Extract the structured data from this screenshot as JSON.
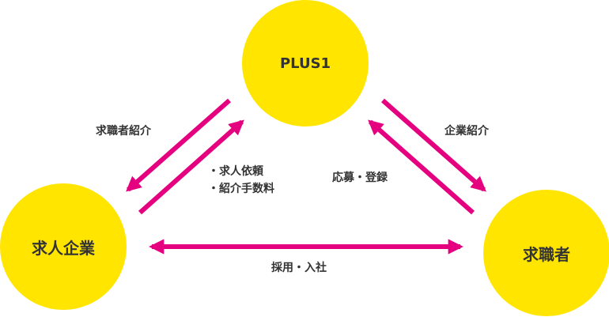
{
  "colors": {
    "node_fill": "#FFE500",
    "arrow": "#E4007F",
    "text": "#333333"
  },
  "nodes": {
    "plus1": "PLUS1",
    "company": "求人企業",
    "seeker": "求職者"
  },
  "labels": {
    "seeker_introduction": "求職者紹介",
    "company_introduction": "企業紹介",
    "application_registration": "応募・登録",
    "hiring_joining": "採用・入社"
  },
  "company_to_plus1": [
    "・求人依頼",
    "・紹介手数料"
  ]
}
